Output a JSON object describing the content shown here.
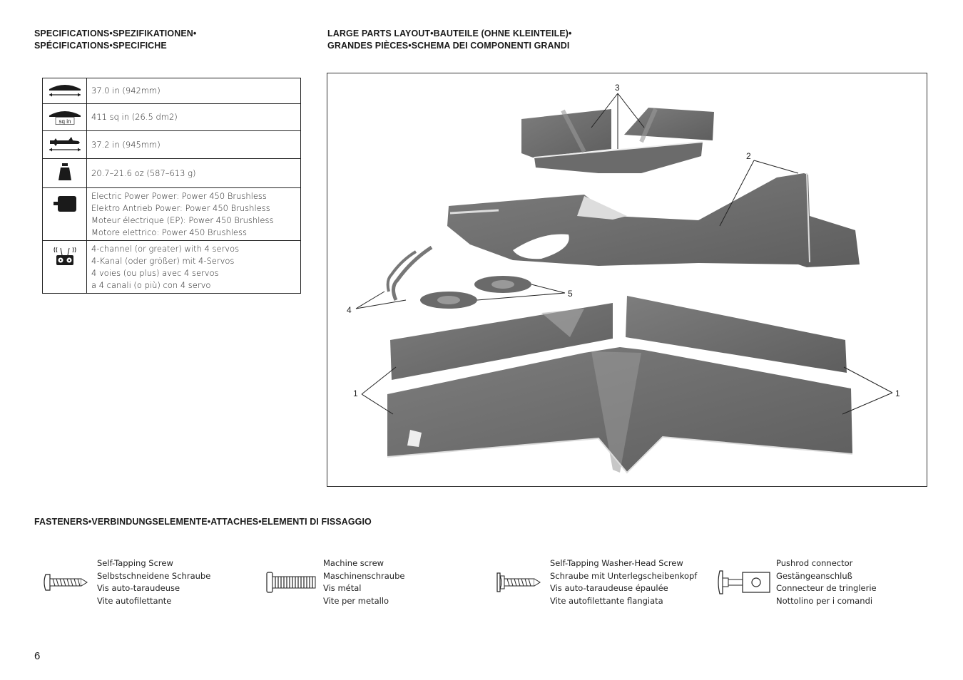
{
  "specifications": {
    "heading_line1": "SPECIFICATIONS•SPEZIFIKATIONEN•",
    "heading_line2": "SPÉCIFICATIONS•SPECIFICHE",
    "rows": [
      {
        "icon": "wingspan-icon",
        "lines": [
          "37.0 in (942mm)"
        ]
      },
      {
        "icon": "wing-area-icon",
        "icon_label": "sq in",
        "lines": [
          "411 sq in (26.5 dm2)"
        ]
      },
      {
        "icon": "length-icon",
        "lines": [
          "37.2 in (945mm)"
        ]
      },
      {
        "icon": "weight-icon",
        "lines": [
          "20.7–21.6 oz (587–613 g)"
        ]
      },
      {
        "icon": "motor-icon",
        "lines": [
          "Electric Power Power: Power 450 Brushless",
          "Elektro Antrieb Power: Power 450 Brushless",
          "Moteur électrique (EP): Power 450 Brushless",
          "Motore elettrico: Power 450 Brushless"
        ]
      },
      {
        "icon": "radio-transmitter-icon",
        "lines": [
          "4-channel (or greater) with 4 servos",
          "4-Kanal (oder größer) mit 4-Servos",
          "4 voies (ou plus) avec 4 servos",
          "a 4 canali (o più) con 4 servo"
        ]
      }
    ]
  },
  "large_parts": {
    "heading_line1": "LARGE PARTS LAYOUT•BAUTEILE (OHNE KLEINTEILE)•",
    "heading_line2": "GRANDES PIÈCES•SCHEMA DEI COMPONENTI GRANDI",
    "callouts": {
      "c1_left": "1",
      "c1_right": "1",
      "c2": "2",
      "c3": "3",
      "c4": "4",
      "c5": "5"
    }
  },
  "fasteners": {
    "heading": "FASTENERS•VERBINDUNGSELEMENTE•ATTACHES•ELEMENTI DI FISSAGGIO",
    "items": [
      {
        "icon": "self-tapping-screw-icon",
        "lines": [
          "Self-Tapping Screw",
          "Selbstschneidene Schraube",
          "Vis auto-taraudeuse",
          "Vite autofilettante"
        ]
      },
      {
        "icon": "machine-screw-icon",
        "lines": [
          "Machine screw",
          "Maschinenschraube",
          "Vis métal",
          "Vite per metallo"
        ]
      },
      {
        "icon": "washer-head-screw-icon",
        "lines": [
          "Self-Tapping Washer-Head Screw",
          "Schraube mit Unterlegscheibenkopf",
          "Vis auto-taraudeuse épaulée",
          "Vite autofilettante flangiata"
        ]
      },
      {
        "icon": "pushrod-connector-icon",
        "lines": [
          "Pushrod connector",
          "Gestängeanschluß",
          "Connecteur de tringlerie",
          "Nottolino per i comandi"
        ]
      }
    ]
  },
  "page_number": "6"
}
